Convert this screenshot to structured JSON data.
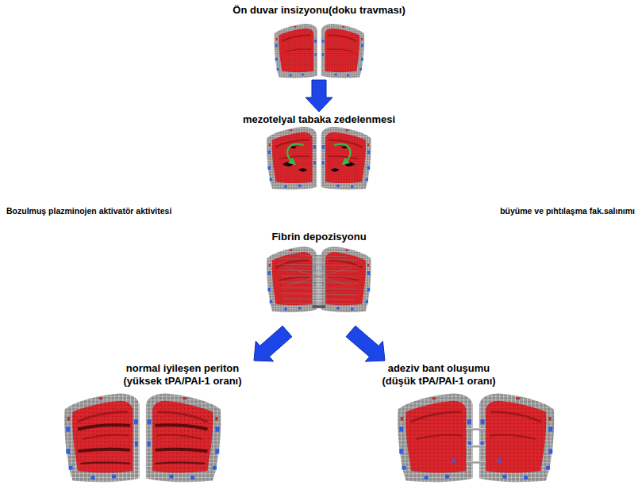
{
  "diagram": {
    "nodes": [
      {
        "text": [
          "Ön duvar insizyonu(doku travması)"
        ]
      },
      {
        "text": [
          "mezotelyal tabaka zedelenmesi"
        ]
      },
      {
        "text": [
          "Fibrin depozisyonu"
        ]
      },
      {
        "text": [
          "normal iyileşen periton (yüksek tPA/PAI-1 oranı)"
        ]
      },
      {
        "text": [
          "adeziv bant oluşumu (düşük tPA/PAI-1 oranı)"
        ]
      }
    ],
    "edges": [
      {
        "from": 0,
        "to": 1,
        "arrow": "to"
      },
      {
        "from": 2,
        "to": 3,
        "arrow": "to"
      },
      {
        "from": 2,
        "to": 4,
        "arrow": "to"
      }
    ],
    "labels": [
      "Bozulmuş plazminojen aktivatör aktivitesi",
      "büyüme ve pıhtılaşma fak.salınımı"
    ]
  }
}
